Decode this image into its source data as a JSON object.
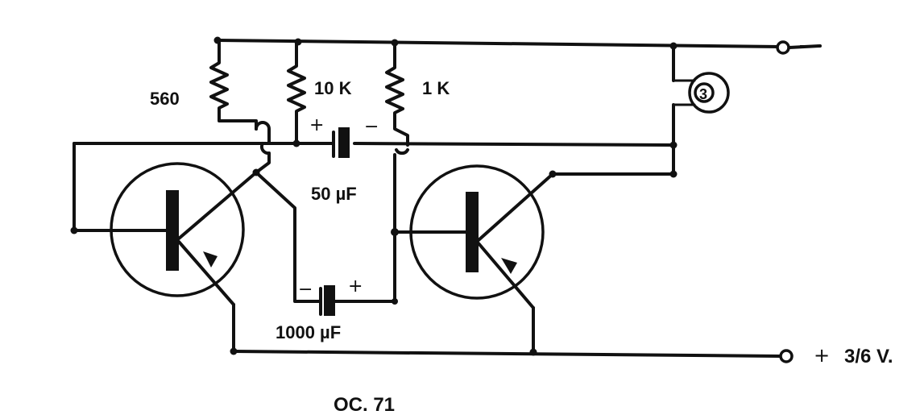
{
  "components": {
    "r1_label": "560",
    "r2_label": "10 K",
    "r3_label": "1 K",
    "c1_label": "50 µF",
    "c1_plus": "+",
    "c1_minus": "−",
    "c2_label": "1000 µF",
    "c2_minus": "−",
    "c2_plus": "+",
    "lamp_label": "3"
  },
  "terminals": {
    "negative": "−",
    "positive": "+",
    "voltage": "3/6 V."
  },
  "transistor_type": "OC. 71"
}
